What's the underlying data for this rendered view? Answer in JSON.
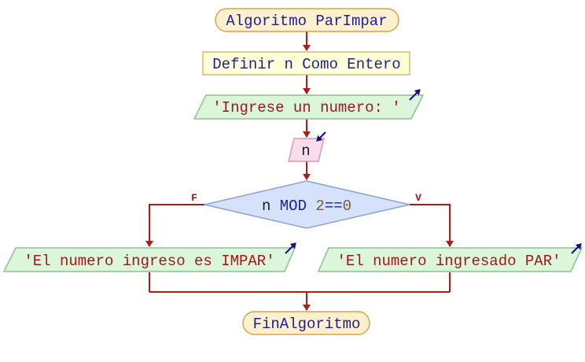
{
  "diagram": {
    "start_label": "Algoritmo ParImpar",
    "define_label": "Definir n Como Entero",
    "output_prompt": "'Ingrese un numero: '",
    "input_var": "n",
    "condition": {
      "var": "n",
      "op": "MOD",
      "left_num": "2",
      "eq": "==",
      "right_num": "0"
    },
    "false_label": "F",
    "true_label": "V",
    "output_false": "'El numero ingreso es IMPAR'",
    "output_true": "'El numero ingresado PAR'",
    "end_label": "FinAlgoritmo"
  },
  "colors": {
    "terminal_fill": "#fdf0cc",
    "terminal_stroke": "#d2a455",
    "process_fill": "#ffffd8",
    "process_stroke": "#c8c070",
    "output_fill": "#dcf6dc",
    "output_stroke": "#8cc08c",
    "input_fill": "#fadcec",
    "input_stroke": "#d898b8",
    "decision_fill": "#d6e2fb",
    "decision_stroke": "#8ca0d6",
    "connector": "#b21a1a",
    "io_arrow": "#10108a",
    "keyword": "#1e1e9a",
    "string": "#a01818",
    "number": "#7a5a3a"
  }
}
